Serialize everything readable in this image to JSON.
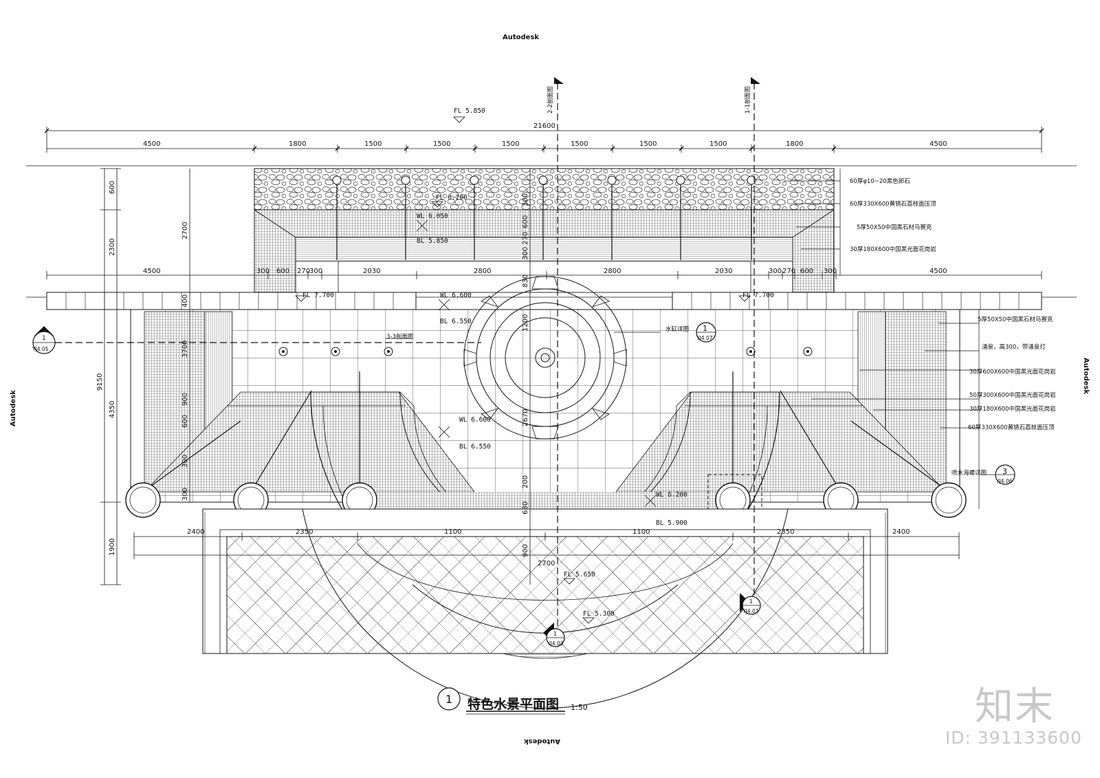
{
  "brand": {
    "top": "Autodesk",
    "right": "Autodesk",
    "left": "Autodesk",
    "bottom": "Autodesk"
  },
  "title": {
    "number": "1",
    "text": "特色水景平面图",
    "scale": "1:50"
  },
  "overall_dimension": "21600",
  "top_dimensions": [
    "4500",
    "1800",
    "1500",
    "1500",
    "1500",
    "1500",
    "1500",
    "1500",
    "1800",
    "4500"
  ],
  "mid_dimensions": [
    "4500",
    "300",
    "600",
    "270",
    "300",
    "2030",
    "2800",
    "2800",
    "2030",
    "300",
    "270",
    "600",
    "300",
    "4500"
  ],
  "left_dimensions": {
    "a": "600",
    "b": "2300",
    "c": "2700",
    "d": "9150",
    "e": "4350",
    "f": "1900",
    "g": "400",
    "h": "3700"
  },
  "center_dimensions": [
    "300",
    "600",
    "270",
    "300",
    "830",
    "1200",
    "2670",
    "200",
    "630",
    "900",
    "2700"
  ],
  "bottom_dimensions": [
    "2400",
    "2350",
    "1100",
    "1100",
    "2350",
    "2400"
  ],
  "small_vertical_dims": [
    "900",
    "600",
    "300",
    "300"
  ],
  "levels": {
    "fl_top": "FL 5.850",
    "fl_upper": "FL 6.200",
    "wl_upper": "WL 6.050",
    "bl_upper": "BL 5.850",
    "fl_left": "FL 7.700",
    "fl_right": "FL 7.700",
    "wl_mid": "WL 6.600",
    "bl_mid": "BL 6.550",
    "wl_mid2": "WL 6.600",
    "bl_mid2": "BL 6.550",
    "wl_low": "WL 6.200",
    "bl_low": "BL 5.900",
    "fl_low": "FL 5.650",
    "fl_bottom": "FL 5.300"
  },
  "sections": {
    "s22": "2-2剖面图",
    "s11": "1-1剖面图",
    "s33": "3-3剖面图"
  },
  "markers": [
    {
      "num": "1",
      "ref": "YJ4.05"
    },
    {
      "num": "1",
      "ref": "YJ4.07",
      "label": "水缸详图"
    },
    {
      "num": "3",
      "ref": "YJ4.06",
      "label": "喷水海螺详图"
    },
    {
      "num": "1",
      "ref": "YJ4.03"
    },
    {
      "num": "1",
      "ref": "YJ4.04"
    }
  ],
  "upper_notes": [
    "60厚φ10~20黑色卵石",
    "60厚330X600黄锈石荔枝面压顶",
    "5厚50X50中国黑石材马赛克",
    "30厚180X600中国黑光面花岗岩"
  ],
  "right_notes": [
    "5厚50X50中国黑石材马赛克",
    "涌泉，高300，带涌泉灯",
    "30厚600X600中国黑光面花岗岩",
    "50厚300X600中国黑光面花岗岩",
    "30厚180X600中国黑光面花岗岩",
    "60厚330X600黄锈石荔枝面压顶"
  ],
  "watermark": {
    "logo": "知末",
    "id": "ID: 391133600"
  },
  "colors": {
    "ink": "#111111",
    "hatch": "#3a3a3a",
    "watermark": "#c8c8c8"
  }
}
